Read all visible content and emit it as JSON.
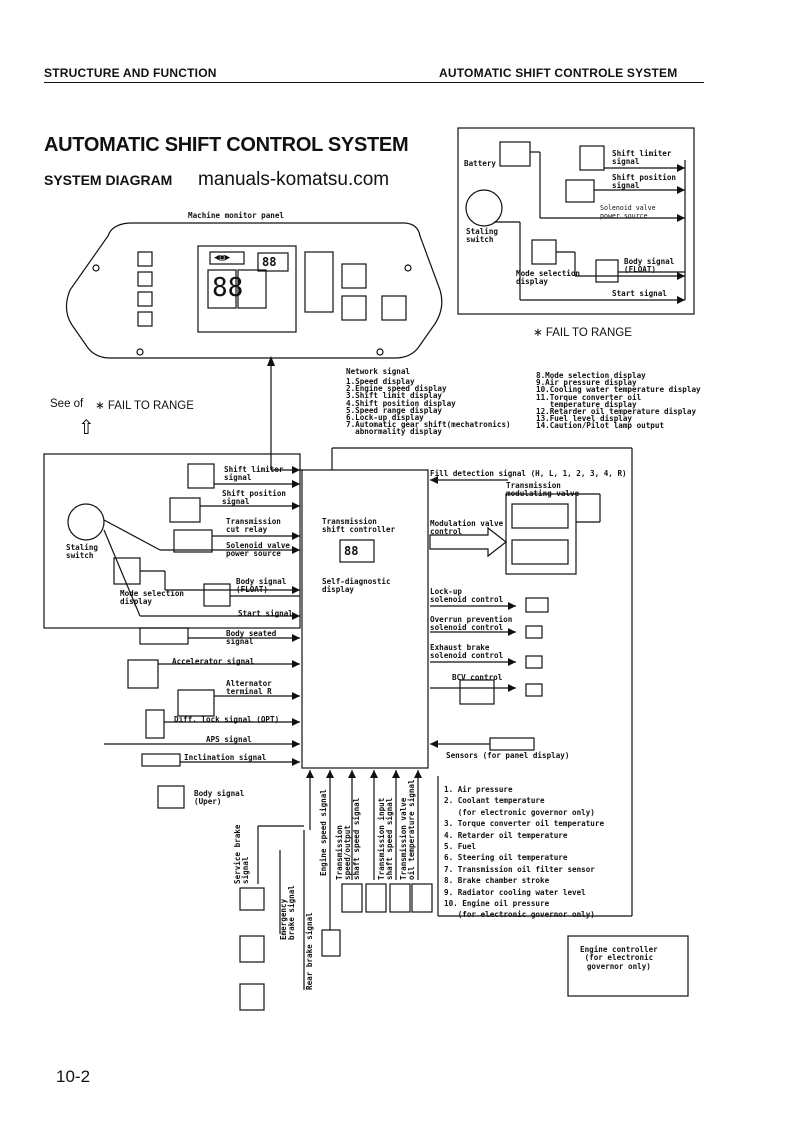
{
  "header": {
    "left": "STRUCTURE AND FUNCTION",
    "right": "AUTOMATIC SHIFT CONTROLE SYSTEM"
  },
  "title": "AUTOMATIC SHIFT CONTROL SYSTEM",
  "subtitle": "SYSTEM DIAGRAM",
  "watermark": "manuals-komatsu.com",
  "page_number": "10-2",
  "fail_to_range_top": "∗ FAIL TO RANGE",
  "see_of": "See of",
  "fail_to_range_left": "∗ FAIL TO RANGE",
  "monitor": {
    "title": "Machine monitor panel",
    "network_signal": "Network signal",
    "network_items": [
      "1.Speed display",
      "2.Engine speed display",
      "3.Shift limit display",
      "4.Shift position display",
      "5.Speed range display",
      "6.Lock-up display",
      "7.Automatic gear shift(mechatronics)",
      "  abnormality display"
    ],
    "network_items_2": [
      "8.Mode selection display",
      "9.Air pressure display",
      "10.Cooling water temperature display",
      "11.Torque converter oil",
      "   temperature display",
      "12.Retarder oil temperature display",
      "13.Fuel level display",
      "14.Caution/Pilot lamp output"
    ]
  },
  "inset": {
    "battery": "Battery",
    "starting_switch": "Staling\nswitch",
    "shift_limiter": "Shift limiter\nsignal",
    "shift_position": "Shift position\nsignal",
    "solenoid_power": "Solenoid valve\npower source",
    "mode_selection": "Mode selection\ndisplay",
    "body_signal": "Body signal\n(FLOAT)",
    "start_signal": "Start signal"
  },
  "left_box": {
    "starting_switch": "Staling\nswitch",
    "shift_limiter": "Shift limiter\nsignal",
    "shift_position": "Shift position\nsignal",
    "transmission_cut_relay": "Transmission\ncut relay",
    "solenoid_power": "Solenoid valve\npower source",
    "mode_selection": "Mode selection\ndisplay",
    "body_signal": "Body signal\n(FLOAT)",
    "start_signal": "Start signal"
  },
  "controller": {
    "name": "Transmission\nshift controller",
    "display": "88",
    "self_diag": "Self-diagnostic\ndisplay"
  },
  "inputs": [
    "Body seated\nsignal",
    "Accelerator signal",
    "Alternator\nterminal R",
    "Diff. lock signal (OPT)",
    "APS signal",
    "Inclination signal",
    "Body signal\n(Uper)"
  ],
  "outputs": {
    "fill_detection": "Fill detection signal (H, L, 1, 2, 3, 4, R)",
    "modulating_valve": "Transmission\nmodulating valve",
    "modulation_control": "Modulation valve\ncontrol",
    "lockup": "Lock-up\nsolenoid control",
    "overrun": "Overrun prevention\nsolenoid control",
    "exhaust_brake": "Exhaust brake\nsolenoid control",
    "bcv": "BCV control",
    "sensors": "Sensors (for panel display)"
  },
  "bottom_signals": [
    "Service brake\nsignal",
    "Emergency\nbrake signal",
    "Rear brake signal",
    "Engine speed signal",
    "Transmission\nspeed/output\nshaft speed signal",
    "Transmission input\nshaft speed signal",
    "Transmission valve\noil temperature signal"
  ],
  "sensor_list": [
    "1. Air pressure",
    "2. Coolant temperature",
    "   (for electronic governor only)",
    "3. Torque converter oil temperature",
    "4. Retarder oil temperature",
    "5. Fuel",
    "6. Steering oil temperature",
    "7. Transmission oil filter sensor",
    "8. Brake chamber stroke",
    "9. Radiator cooling water level",
    "10. Engine oil pressure",
    "   (for electronic governor only)"
  ],
  "engine_controller": "Engine controller\n(for electronic\ngovernor only)"
}
